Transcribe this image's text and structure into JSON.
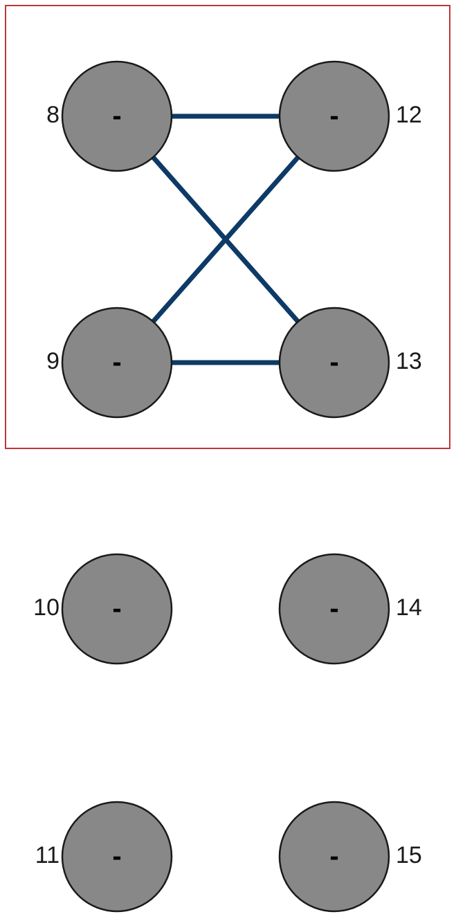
{
  "colors": {
    "node_fill": "#888888",
    "node_stroke": "#1a1a1a",
    "edge": "#0d3a66",
    "highlight_box": "#c0343a",
    "background": "#ffffff"
  },
  "nodes": [
    {
      "id": "8",
      "label": "8",
      "sign": "-"
    },
    {
      "id": "9",
      "label": "9",
      "sign": "-"
    },
    {
      "id": "10",
      "label": "10",
      "sign": "-"
    },
    {
      "id": "11",
      "label": "11",
      "sign": "-"
    },
    {
      "id": "12",
      "label": "12",
      "sign": "-"
    },
    {
      "id": "13",
      "label": "13",
      "sign": "-"
    },
    {
      "id": "14",
      "label": "14",
      "sign": "-"
    },
    {
      "id": "15",
      "label": "15",
      "sign": "-"
    }
  ],
  "edges": [
    {
      "from": "8",
      "to": "12"
    },
    {
      "from": "8",
      "to": "13"
    },
    {
      "from": "9",
      "to": "12"
    },
    {
      "from": "9",
      "to": "13"
    }
  ],
  "highlight_group": [
    "8",
    "9",
    "12",
    "13"
  ]
}
